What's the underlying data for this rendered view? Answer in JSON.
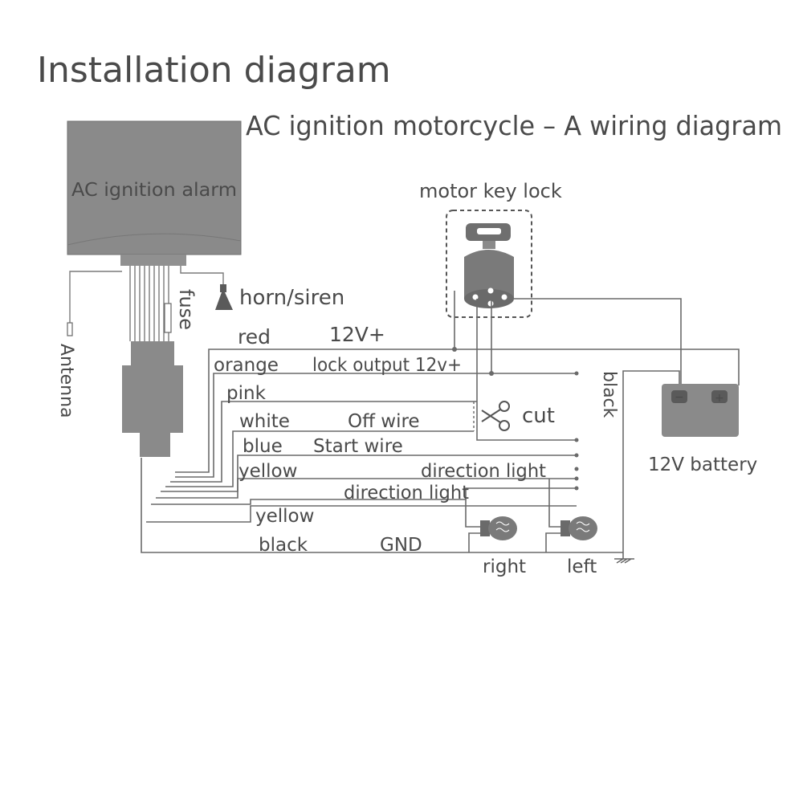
{
  "title": "Installation diagram",
  "subtitle": "AC ignition motorcycle – A wiring diagram",
  "alarm_label": "AC ignition alarm",
  "key_lock_label": "motor key lock",
  "horn_label": "horn/siren",
  "fuse_label": "fuse",
  "antenna_label": "Antenna",
  "cut_label": "cut",
  "black_label": "black",
  "battery_label": "12V battery",
  "battery_minus": "−",
  "battery_plus": "+",
  "right_label": "right",
  "left_label": "left",
  "wires": [
    {
      "color": "red",
      "function": "12V+"
    },
    {
      "color": "orange",
      "function": "lock output 12v+"
    },
    {
      "color": "pink",
      "function": ""
    },
    {
      "color": "white",
      "function": "Off wire"
    },
    {
      "color": "blue",
      "function": "Start wire"
    },
    {
      "color": "yellow",
      "function": "direction light"
    },
    {
      "color": "",
      "function": "direction light"
    },
    {
      "color": "yellow",
      "function": ""
    },
    {
      "color": "black",
      "function": "GND"
    }
  ]
}
